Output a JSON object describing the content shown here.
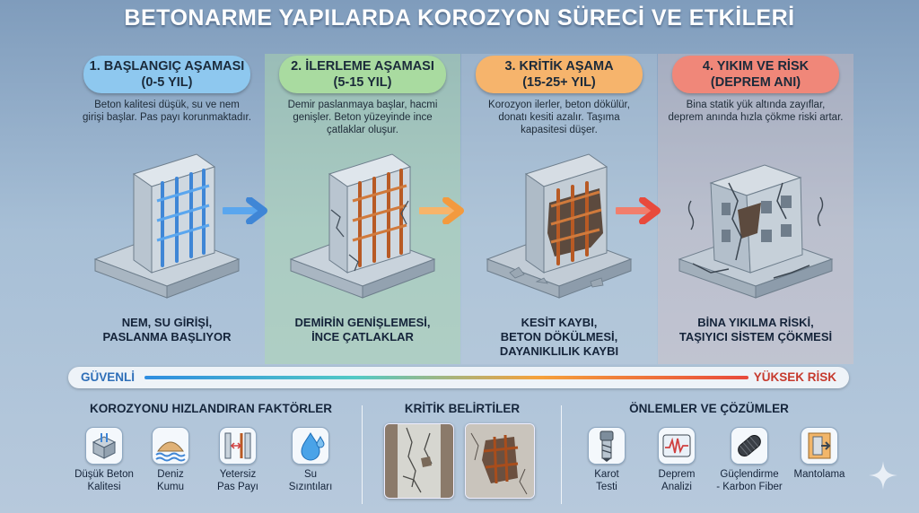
{
  "title": "BETONARME YAPILARDA KOROZYON SÜRECİ VE ETKİLERİ",
  "colors": {
    "stage1": "#8ec8ef",
    "stage2": "#a9dba0",
    "stage3": "#f6b46c",
    "stage4": "#f08779",
    "safe": "#2f8de0",
    "risk": "#e84a3c",
    "rebar_clean": "#3f86d6",
    "rebar_rust": "#b85a24"
  },
  "stages": [
    {
      "title_line1": "1. BAŞLANGIÇ AŞAMASI",
      "title_line2": "(0-5 YIL)",
      "desc": [
        "Beton kalitesi düşük, su ve nem",
        "girişi başlar. Pas payı korunmaktadır."
      ],
      "caption": [
        "NEM, SU GİRİŞİ,",
        "PASLANMA BAŞLIYOR"
      ]
    },
    {
      "title_line1": "2. İLERLEME AŞAMASI",
      "title_line2": "(5-15 YIL)",
      "desc": [
        "Demir paslanmaya başlar, hacmi",
        "genişler. Beton yüzeyinde ince",
        "çatlaklar oluşur."
      ],
      "caption": [
        "DEMİRİN GENİŞLEMESİ,",
        "İNCE ÇATLAKLAR"
      ]
    },
    {
      "title_line1": "3. KRİTİK AŞAMA",
      "title_line2": "(15-25+ YIL)",
      "desc": [
        "Korozyon ilerler, beton dökülür,",
        "donatı kesiti azalır. Taşıma",
        "kapasitesi düşer."
      ],
      "caption": [
        "KESİT KAYBI,",
        "BETON DÖKÜLMESİ,",
        "DAYANIKLILIK KAYBI"
      ]
    },
    {
      "title_line1": "4. YIKIM VE RİSK",
      "title_line2": "(DEPREM ANI)",
      "desc": [
        "Bina statik yük altında zayıflar,",
        "deprem anında hızla çökme riski artar."
      ],
      "caption": [
        "BİNA YIKILMA RİSKİ,",
        "TAŞIYICI SİSTEM ÇÖKMESİ"
      ]
    }
  ],
  "risk_bar": {
    "left_label": "GÜVENLİ",
    "right_label": "YÜKSEK RİSK"
  },
  "factors": {
    "heading": "KOROZYONU HIZLANDIRAN FAKTÖRLER",
    "items": [
      {
        "icon": "concrete-block-icon",
        "label": [
          "Düşük Beton",
          "Kalitesi"
        ]
      },
      {
        "icon": "sand-pile-icon",
        "label": [
          "Deniz",
          "Kumu"
        ]
      },
      {
        "icon": "cover-gap-icon",
        "label": [
          "Yetersiz",
          "Pas Payı"
        ]
      },
      {
        "icon": "water-drop-icon",
        "label": [
          "Su",
          "Sızıntıları"
        ]
      }
    ]
  },
  "symptoms": {
    "heading": "KRİTİK BELİRTİLER"
  },
  "solutions": {
    "heading": "ÖNLEMLER VE ÇÖZÜMLER",
    "items": [
      {
        "icon": "core-drill-icon",
        "label": [
          "Karot",
          "Testi"
        ]
      },
      {
        "icon": "seismograph-icon",
        "label": [
          "Deprem",
          "Analizi"
        ]
      },
      {
        "icon": "carbon-fiber-roll-icon",
        "label": [
          "Güçlendirme",
          "- Karbon Fiber"
        ]
      },
      {
        "icon": "jacketing-icon",
        "label": [
          "Mantolama"
        ]
      }
    ]
  }
}
